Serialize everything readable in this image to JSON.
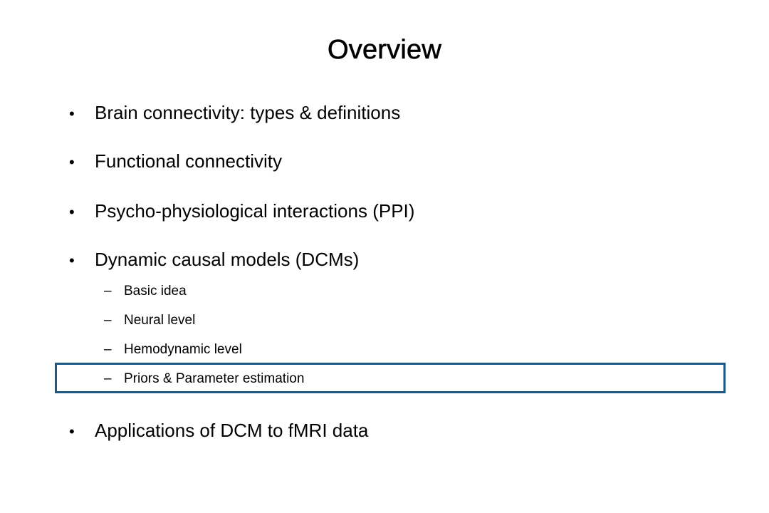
{
  "slide": {
    "title": "Overview",
    "bullet_marker": "•",
    "dash_marker": "–",
    "bullets": [
      {
        "label": "Brain connectivity: types & definitions"
      },
      {
        "label": "Functional connectivity"
      },
      {
        "label": "Psycho-physiological interactions (PPI)"
      },
      {
        "label": "Dynamic causal models (DCMs)",
        "subitems": [
          {
            "label": "Basic idea"
          },
          {
            "label": "Neural level"
          },
          {
            "label": "Hemodynamic level"
          },
          {
            "label": "Priors & Parameter estimation",
            "highlighted": true
          }
        ]
      },
      {
        "label": "Applications of DCM to fMRI data"
      }
    ],
    "highlight_color": "#1c5a85"
  }
}
